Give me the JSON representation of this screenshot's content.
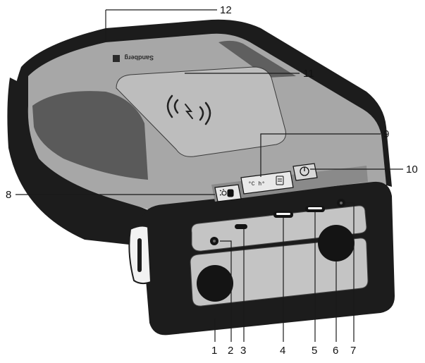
{
  "brand": "Sandberg",
  "display_text": "°C h°",
  "callouts": [
    {
      "id": "1",
      "label": "1"
    },
    {
      "id": "2",
      "label": "2"
    },
    {
      "id": "3",
      "label": "3"
    },
    {
      "id": "4",
      "label": "4"
    },
    {
      "id": "5",
      "label": "5"
    },
    {
      "id": "6",
      "label": "6"
    },
    {
      "id": "7",
      "label": "7"
    },
    {
      "id": "8",
      "label": "8"
    },
    {
      "id": "9",
      "label": "9"
    },
    {
      "id": "10",
      "label": "10"
    },
    {
      "id": "11",
      "label": "11"
    },
    {
      "id": "12",
      "label": "12"
    }
  ],
  "colors": {
    "body_grey": "#a7a7a7",
    "body_dark": "#1c1c1c",
    "panel_grey": "#c4c4c4",
    "pad_grey": "#bdbdbd",
    "knob": "#141414"
  }
}
